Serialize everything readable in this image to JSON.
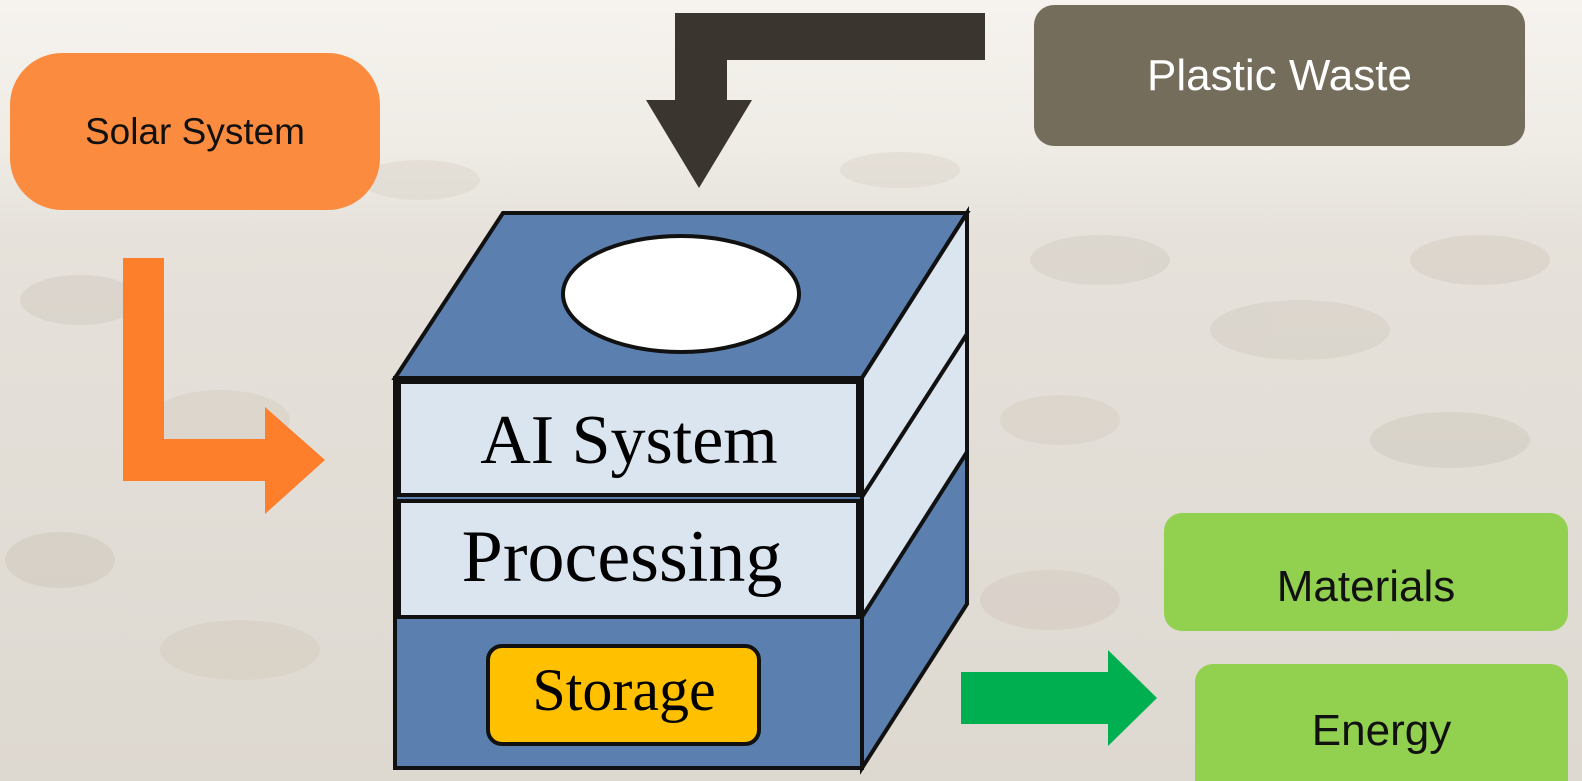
{
  "nodes": {
    "solar": "Solar System",
    "plastic": "Plastic Waste",
    "materials": "Materials",
    "energy": "Energy"
  },
  "device": {
    "layer_ai": "AI System",
    "layer_processing": "Processing",
    "storage": "Storage"
  },
  "colors": {
    "solar": "#fb8c3f",
    "solar_arrow": "#fd7f2c",
    "plastic": "#756d5c",
    "input_arrow": "#3a352e",
    "output_box": "#92d050",
    "output_arrow": "#00b050",
    "device_blue": "#5b7fae",
    "layer_light": "#dbe5f0",
    "storage": "#ffc000"
  },
  "icons": {
    "background": "plastic-waste-background",
    "device": "processing-cube-icon",
    "intake": "waste-intake-opening-icon"
  }
}
